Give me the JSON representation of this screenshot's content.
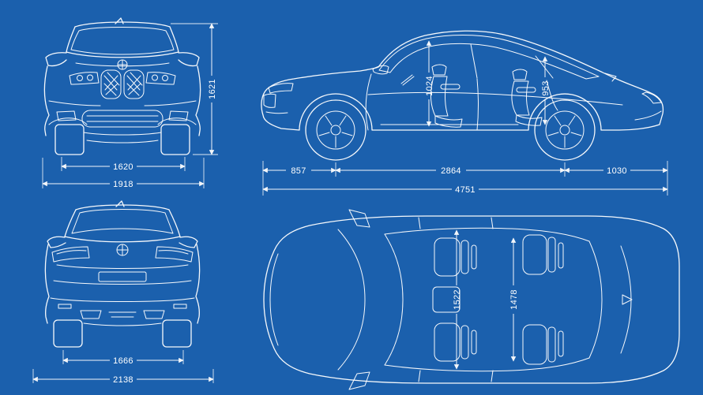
{
  "colors": {
    "background": "#1b60ad",
    "line": "#ffffff"
  },
  "dimensions": {
    "front_height": "1621",
    "front_track": "1620",
    "front_overall_width": "1918",
    "side_front_interior_height": "1024",
    "side_rear_interior_height": "953",
    "side_front_overhang": "857",
    "side_wheelbase": "2864",
    "side_rear_overhang": "1030",
    "side_overall_length": "4751",
    "rear_track": "1666",
    "rear_overall_width": "2138",
    "top_front_interior_width": "1522",
    "top_rear_interior_width": "1478"
  }
}
